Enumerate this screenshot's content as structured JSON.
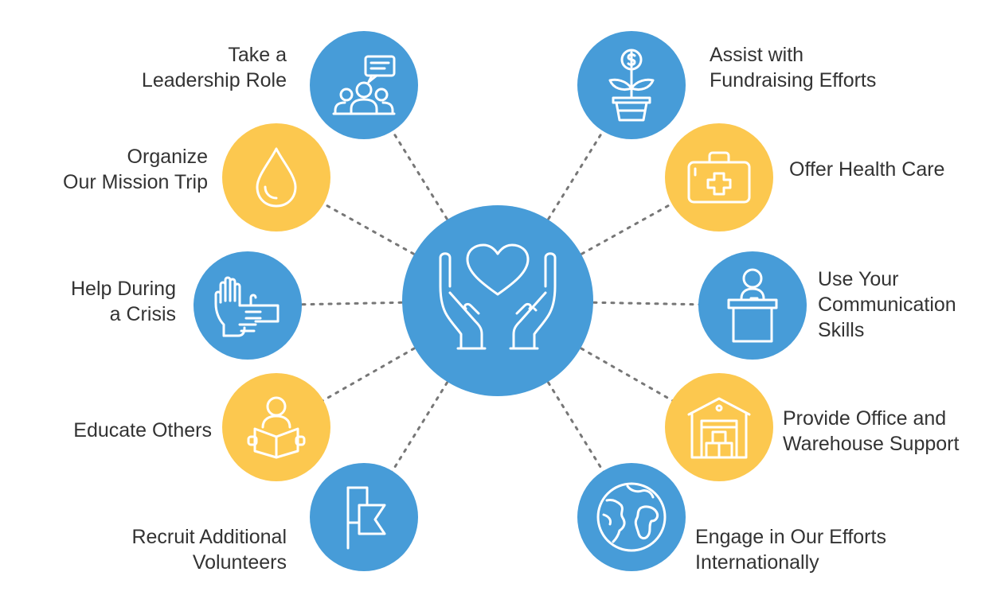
{
  "colors": {
    "blue": "#479cd8",
    "yellow": "#fcc84f",
    "connector": "#777777",
    "text": "#333333",
    "icon": "#ffffff"
  },
  "center": {
    "icon": "caring-hands-heart-icon"
  },
  "items": [
    {
      "id": "leadership",
      "lines": [
        "Take a",
        "Leadership Role"
      ],
      "color": "blue",
      "icon": "team-speech-bubble-icon"
    },
    {
      "id": "mission-trip",
      "lines": [
        "Organize",
        "Our Mission Trip"
      ],
      "color": "yellow",
      "icon": "water-drop-icon"
    },
    {
      "id": "crisis",
      "lines": [
        "Help During",
        "a Crisis"
      ],
      "color": "blue",
      "icon": "helping-hands-icon"
    },
    {
      "id": "educate",
      "lines": [
        "Educate Others"
      ],
      "color": "yellow",
      "icon": "reading-person-icon"
    },
    {
      "id": "recruit",
      "lines": [
        "Recruit Additional",
        "Volunteers"
      ],
      "color": "blue",
      "icon": "flag-icon"
    },
    {
      "id": "fundraising",
      "lines": [
        "Assist with",
        "Fundraising Efforts"
      ],
      "color": "blue",
      "icon": "money-plant-icon"
    },
    {
      "id": "health-care",
      "lines": [
        "Offer Health Care"
      ],
      "color": "yellow",
      "icon": "first-aid-kit-icon"
    },
    {
      "id": "communication",
      "lines": [
        "Use Your",
        "Communication",
        "Skills"
      ],
      "color": "blue",
      "icon": "speaker-podium-icon"
    },
    {
      "id": "warehouse",
      "lines": [
        "Provide Office and",
        "Warehouse Support"
      ],
      "color": "yellow",
      "icon": "warehouse-boxes-icon"
    },
    {
      "id": "international",
      "lines": [
        "Engage in Our Efforts",
        "Internationally"
      ],
      "color": "blue",
      "icon": "globe-icon"
    }
  ]
}
